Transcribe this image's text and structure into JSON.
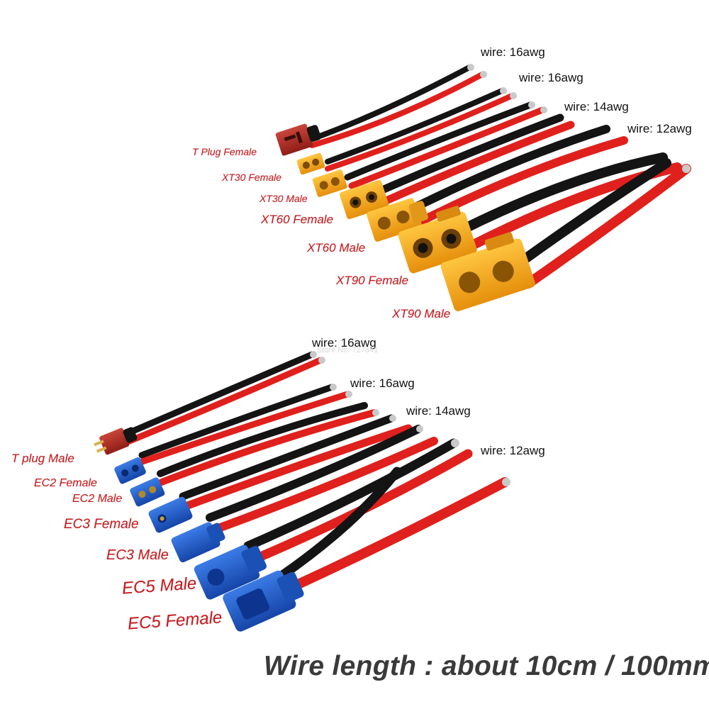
{
  "upper_group": {
    "wire_labels": [
      "wire: 16awg",
      "wire: 16awg",
      "wire: 14awg",
      "wire: 12awg"
    ],
    "connector_labels": [
      "T Plug Female",
      "XT30 Female",
      "XT30 Male",
      "XT60 Female",
      "XT60 Male",
      "XT90 Female",
      "XT90 Male"
    ]
  },
  "lower_group": {
    "wire_labels": [
      "wire: 16awg",
      "wire: 16awg",
      "wire: 14awg",
      "wire: 12awg"
    ],
    "connector_labels": [
      "T plug Male",
      "EC2 Female",
      "EC2 Male",
      "EC3 Female",
      "EC3 Male",
      "EC5 Male",
      "EC5 Female"
    ]
  },
  "watermark": "Store No: 727841",
  "footer_text": "Wire length : about 10cm / 100mm",
  "colors": {
    "label_red": "#c8191e",
    "wire_red": "#e0201c",
    "wire_black": "#141414",
    "connector_yellow": "#f5a91d",
    "connector_red": "#b5302a",
    "connector_blue": "#1e5cc8"
  }
}
